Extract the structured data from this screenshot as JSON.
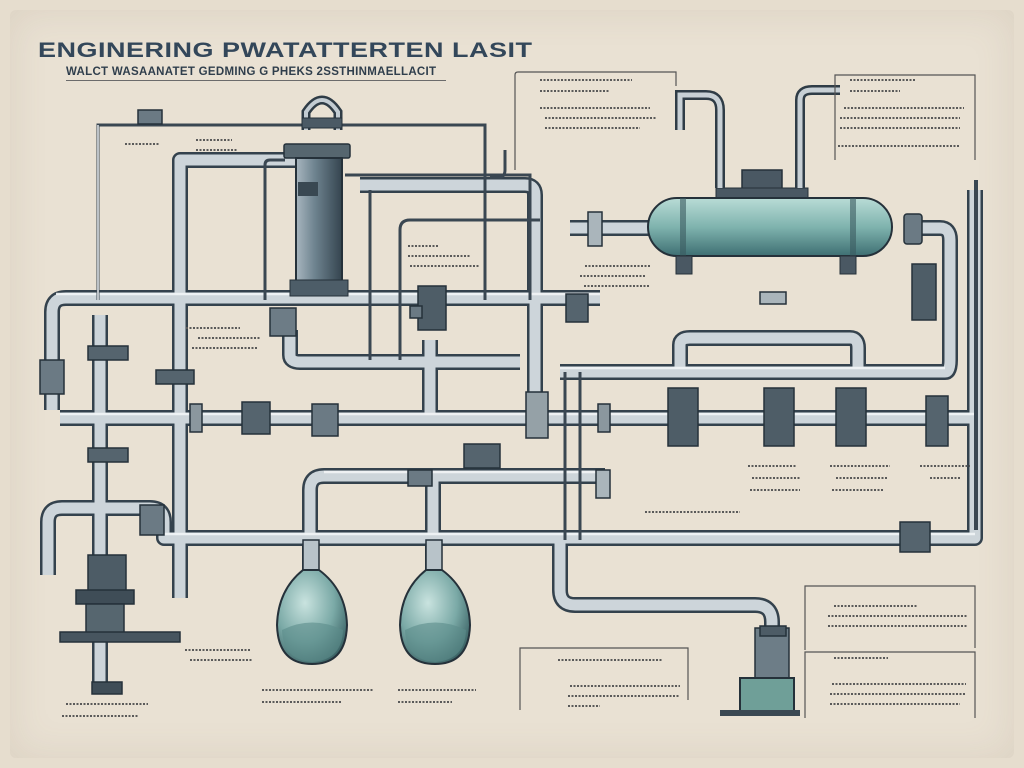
{
  "header": {
    "title": "ENGINERING PWATATTERTEN LASIT",
    "subtitle": "WALCT WASAANATET GEDMING G PHEKS 2SSTHINMAELLACIT"
  },
  "colors": {
    "background": "#e6ddce",
    "pipe_fill": "#cfd6da",
    "pipe_outline": "#3b4a56",
    "vessel_teal": "#7fb3ae",
    "valve_dark": "#46535e",
    "callout_line": "#555555"
  },
  "components": {
    "vertical_column": "tall column vessel",
    "horizontal_tank": "horizontal pressure vessel",
    "flasks": [
      "left round flask",
      "right round flask"
    ],
    "base_tank": "small teal tank at bottom right"
  }
}
